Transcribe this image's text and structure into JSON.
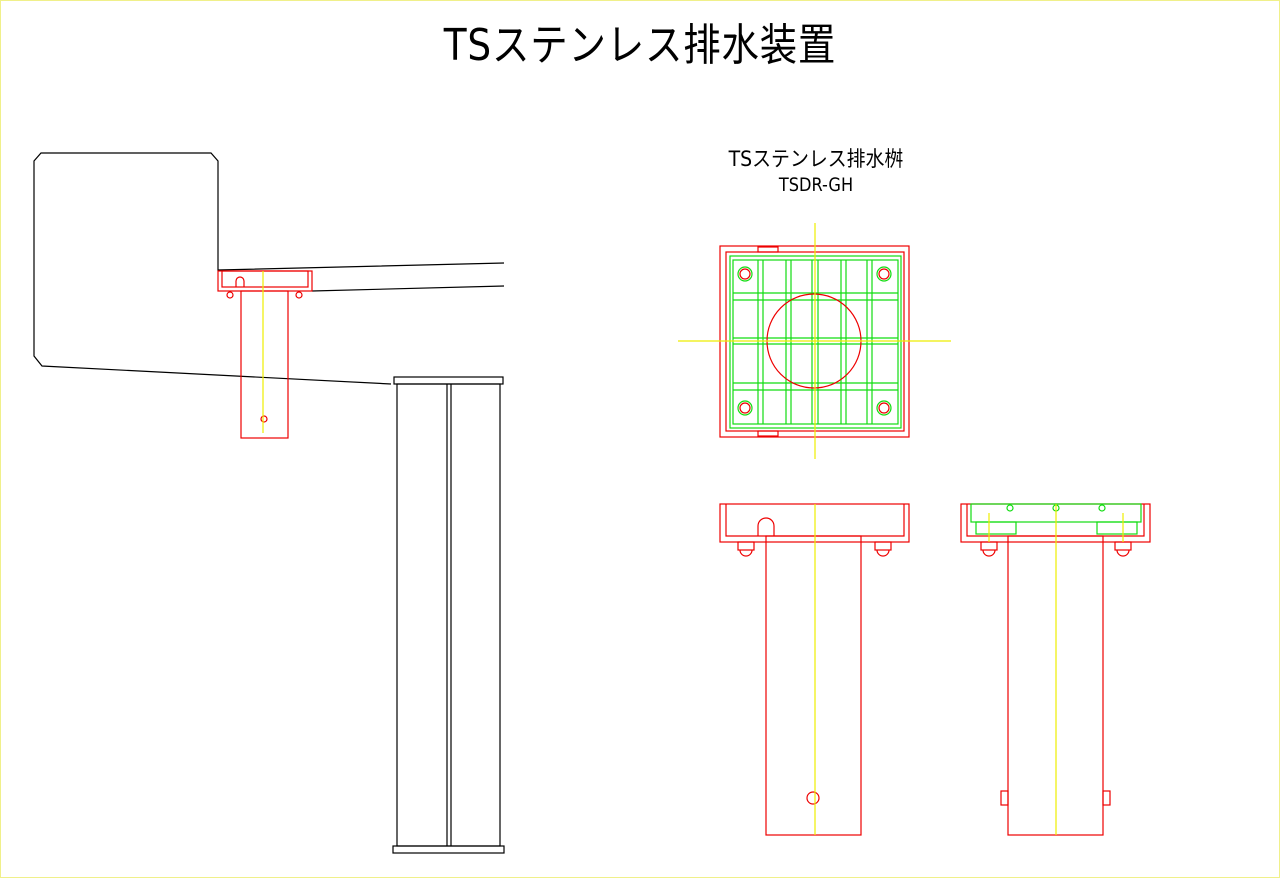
{
  "title": "TSステンレス排水装置",
  "product": {
    "name": "TSステンレス排水桝",
    "model": "TSDR-GH"
  },
  "colors": {
    "outline": "#000000",
    "drain": "#ee0000",
    "grating": "#11dd11",
    "centerline": "#eeee00"
  }
}
